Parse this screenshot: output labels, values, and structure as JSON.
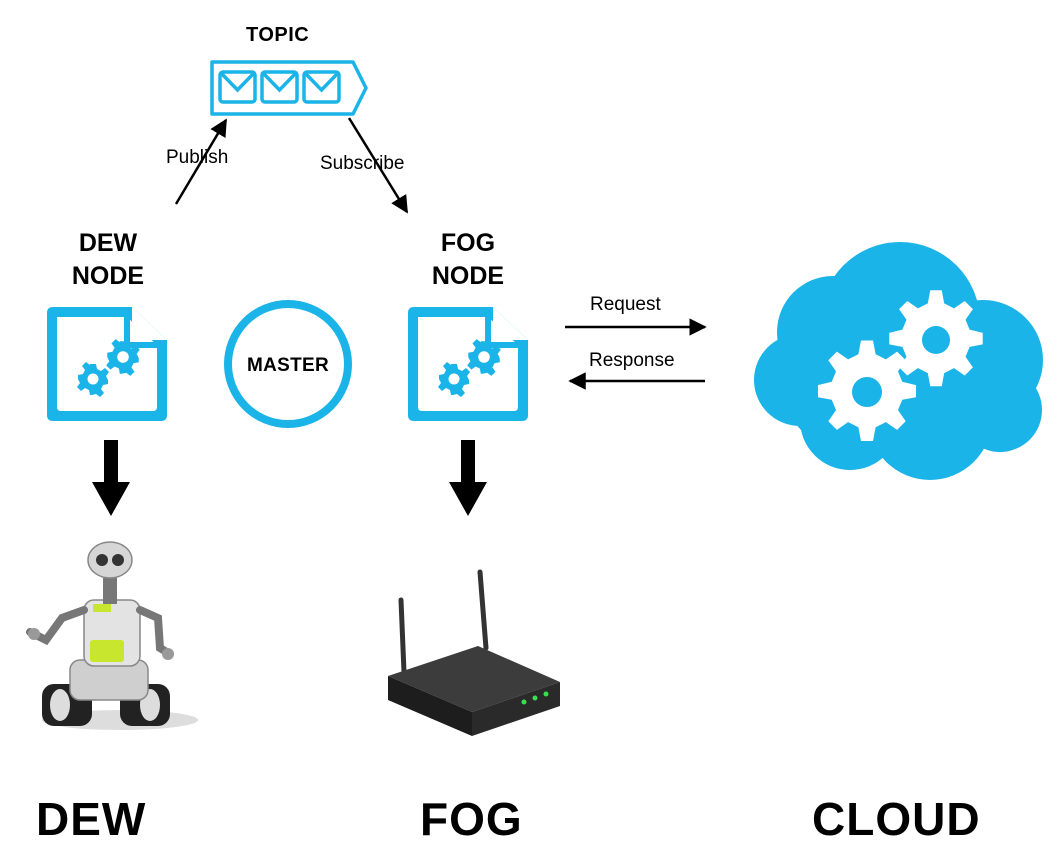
{
  "topic": {
    "label": "TOPIC"
  },
  "edges": {
    "publish": "Publish",
    "subscribe": "Subscribe",
    "request": "Request",
    "response": "Response"
  },
  "nodes": {
    "dew": {
      "line1": "DEW",
      "line2": "NODE"
    },
    "fog": {
      "line1": "FOG",
      "line2": "NODE"
    },
    "master": "MASTER"
  },
  "tiers": {
    "dew": "DEW",
    "fog": "FOG",
    "cloud": "CLOUD"
  },
  "colors": {
    "accent": "#1ab4e8",
    "black": "#000000"
  },
  "icons": [
    "envelope-icon",
    "gear-icon",
    "cloud-icon",
    "robot-icon",
    "router-icon"
  ]
}
